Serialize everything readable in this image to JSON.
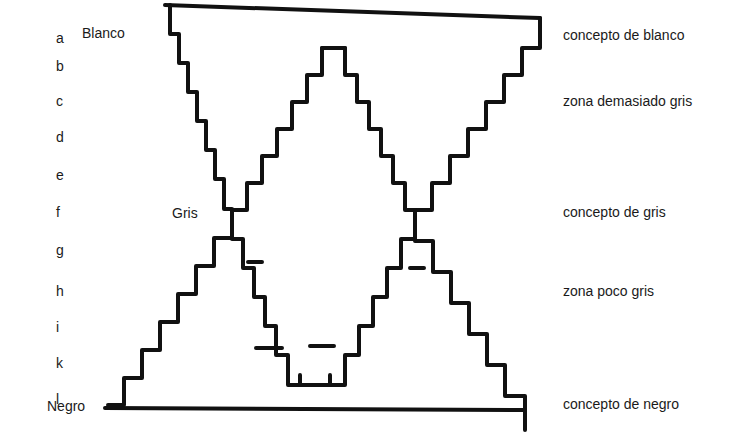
{
  "diagram": {
    "labels": [
      "a",
      "Blanco",
      "concepto de blanco",
      "b",
      "c",
      "zona demasiado gris",
      "d",
      "e",
      "f",
      "Gris",
      "concepto de gris",
      "g",
      "h",
      "zona poco gris",
      "i",
      "k",
      "l",
      "Negro",
      "concepto de negro"
    ]
  }
}
